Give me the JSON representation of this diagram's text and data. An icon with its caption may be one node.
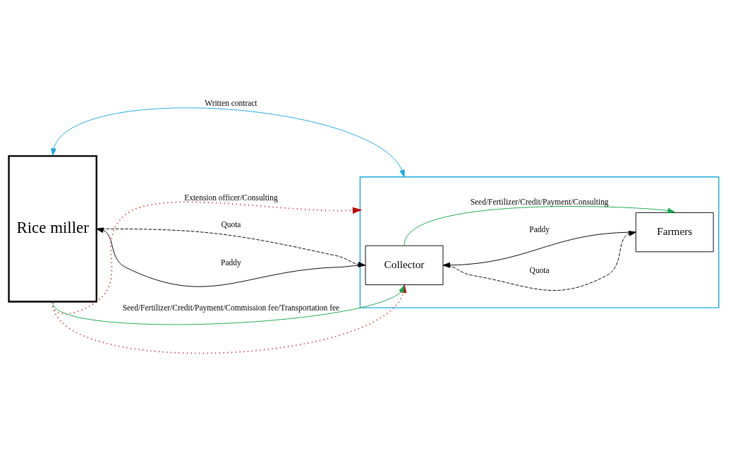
{
  "diagram": {
    "nodes": [
      {
        "text": [
          "Rice miller"
        ]
      },
      {
        "text": [],
        "shape": "box"
      },
      {
        "text": [
          "Collector"
        ],
        "in": 1
      },
      {
        "text": [
          "Farmers"
        ],
        "in": 1
      }
    ],
    "edges": [
      {
        "from": 0,
        "to": 1,
        "arrow": "both",
        "label": "Written contract",
        "color": "#1aa9e0"
      },
      {
        "from": 2,
        "to": 3,
        "arrow": "to",
        "label": "Seed/Fertilizer/Credit/Payment/Consulting",
        "color": "#16a84a"
      },
      {
        "from": 0,
        "to": 2,
        "arrow": "to",
        "label": "Quota",
        "style": "dashed"
      },
      {
        "from": 2,
        "to": 0,
        "arrow": "to",
        "label": "Paddy"
      },
      {
        "from": 2,
        "to": 3,
        "arrow": "to",
        "label": "Quota",
        "style": "dashed"
      },
      {
        "from": 3,
        "to": 2,
        "arrow": "to",
        "label": "Paddy"
      },
      {
        "from": 0,
        "to": 2,
        "arrow": "to",
        "color": "#c00000",
        "style": "dashed"
      },
      {
        "from": 0,
        "to": 1,
        "arrow": "to",
        "label": "Extension officer/Consulting",
        "color": "#c00000",
        "style": "dashed"
      },
      {
        "from": 0,
        "to": 2,
        "arrow": "to",
        "label": "Seed/Fertilizer/Credit/Payment/Commission fee/Transportation fee",
        "color": "#16a84a"
      }
    ]
  }
}
